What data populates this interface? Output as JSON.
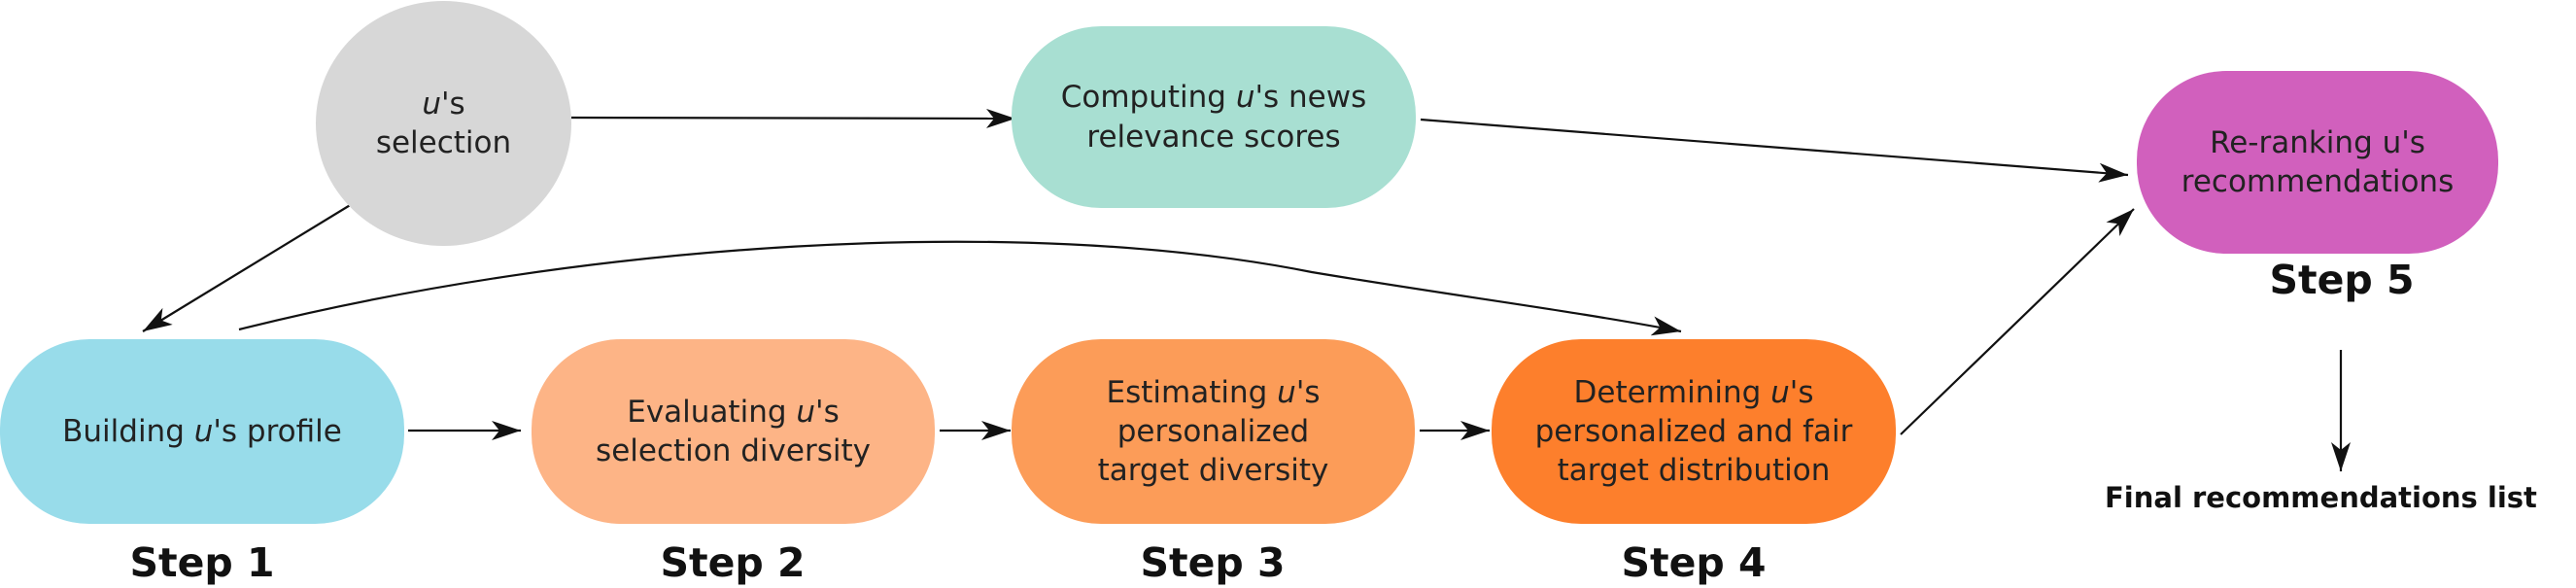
{
  "colors": {
    "selection": "#d7d7d7",
    "relevance": "#a8dfd2",
    "rerank": "#d160bd",
    "profile": "#98dcea",
    "step2": "#fdb486",
    "step3": "#fc9c58",
    "step4": "#fd7f2c",
    "arrow": "#111111"
  },
  "nodes": {
    "selection": {
      "line1": [
        "u",
        "'s"
      ],
      "line2": "selection"
    },
    "relevance": {
      "line1": [
        "Computing ",
        "u",
        "'s news"
      ],
      "line2": "relevance scores"
    },
    "rerank": {
      "line1": "Re-ranking u's",
      "line2": "recommendations"
    },
    "profile": {
      "line1": [
        "Building ",
        "u",
        "'s profile"
      ]
    },
    "diversity_eval": {
      "line1": [
        "Evaluating ",
        "u",
        "'s"
      ],
      "line2": "selection diversity"
    },
    "target_diversity": {
      "line1": [
        "Estimating ",
        "u",
        "'s"
      ],
      "line2": "personalized",
      "line3": "target diversity"
    },
    "target_distribution": {
      "line1": [
        "Determining ",
        "u",
        "'s"
      ],
      "line2": "personalized and fair",
      "line3": "target distribution"
    }
  },
  "steps": {
    "step1": "Step 1",
    "step2": "Step 2",
    "step3": "Step 3",
    "step4": "Step 4",
    "step5": "Step 5"
  },
  "final_label": "Final recommendations list"
}
